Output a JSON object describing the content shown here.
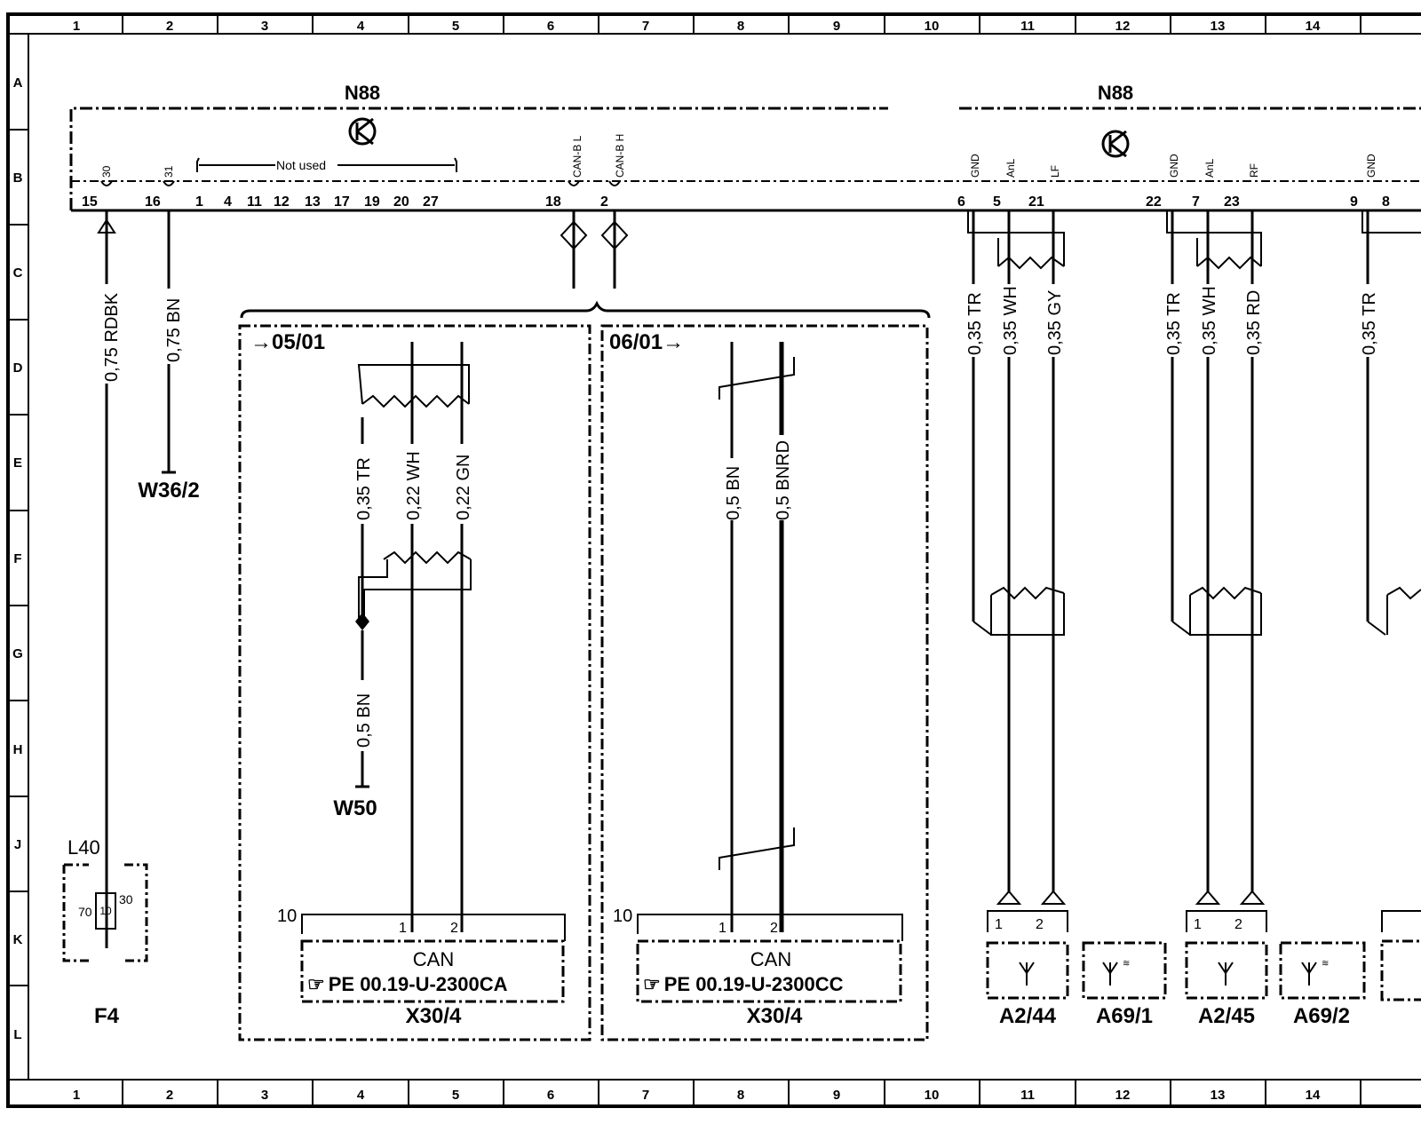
{
  "grid": {
    "columns": [
      "1",
      "2",
      "3",
      "4",
      "5",
      "6",
      "7",
      "8",
      "9",
      "10",
      "11",
      "12",
      "13",
      "14"
    ],
    "rows": [
      "A",
      "B",
      "C",
      "D",
      "E",
      "F",
      "G",
      "H",
      "J",
      "K",
      "L"
    ]
  },
  "module_left": {
    "name": "N88",
    "pins": [
      {
        "num": "15",
        "label": "30"
      },
      {
        "num": "16",
        "label": "31"
      },
      {
        "num": "18",
        "label": "CAN-B L"
      },
      {
        "num": "2",
        "label": "CAN-B H"
      }
    ],
    "unused_pins": [
      "1",
      "4",
      "11",
      "12",
      "13",
      "17",
      "19",
      "20",
      "27"
    ],
    "not_used": "Not used"
  },
  "module_right": {
    "name": "N88",
    "pins": [
      {
        "num": "6",
        "label": "GND"
      },
      {
        "num": "5",
        "label": "AnL"
      },
      {
        "num": "21",
        "label": "LF"
      },
      {
        "num": "22",
        "label": "GND"
      },
      {
        "num": "7",
        "label": "AnL"
      },
      {
        "num": "23",
        "label": "RF"
      },
      {
        "num": "9",
        "label": "GND"
      },
      {
        "num": "8",
        "label": ""
      }
    ]
  },
  "wires": {
    "w_rdbk": "0,75 RDBK",
    "w_bn": "0,75 BN",
    "w_tr1": "0,35 TR",
    "w_wh1": "0,22 WH",
    "w_gn1": "0,22 GN",
    "w_bn2": "0,5 BN",
    "w_bn3": "0,5 BN",
    "w_bnrd": "0,5 BNRD",
    "w_tr_l": "0,35 TR",
    "w_wh_l": "0,35 WH",
    "w_gy_l": "0,35 GY",
    "w_tr_r": "0,35 TR",
    "w_wh_r": "0,35 WH",
    "w_rd_r": "0,35 RD",
    "w_tr_3": "0,35 TR"
  },
  "components": {
    "ground_w36": "W36/2",
    "ground_w50": "W50",
    "relay": "L40",
    "fuse_label": "F4",
    "fuse_num": "10",
    "fuse_pin_in": "70",
    "fuse_pin_out": "30",
    "panel_left_ref": "05/01",
    "panel_right_ref": "06/01",
    "connector_pin_count": "10",
    "connector_pin1": "1",
    "connector_pin2": "2",
    "can_label": "CAN",
    "ref_left": "PE  00.19-U-2300CA",
    "ref_right": "PE  00.19-U-2300CC",
    "connector_left": "X30/4",
    "connector_right": "X30/4",
    "ant_a244": "A2/44",
    "ant_a691": "A69/1",
    "ant_a245": "A2/45",
    "ant_a692": "A69/2"
  }
}
